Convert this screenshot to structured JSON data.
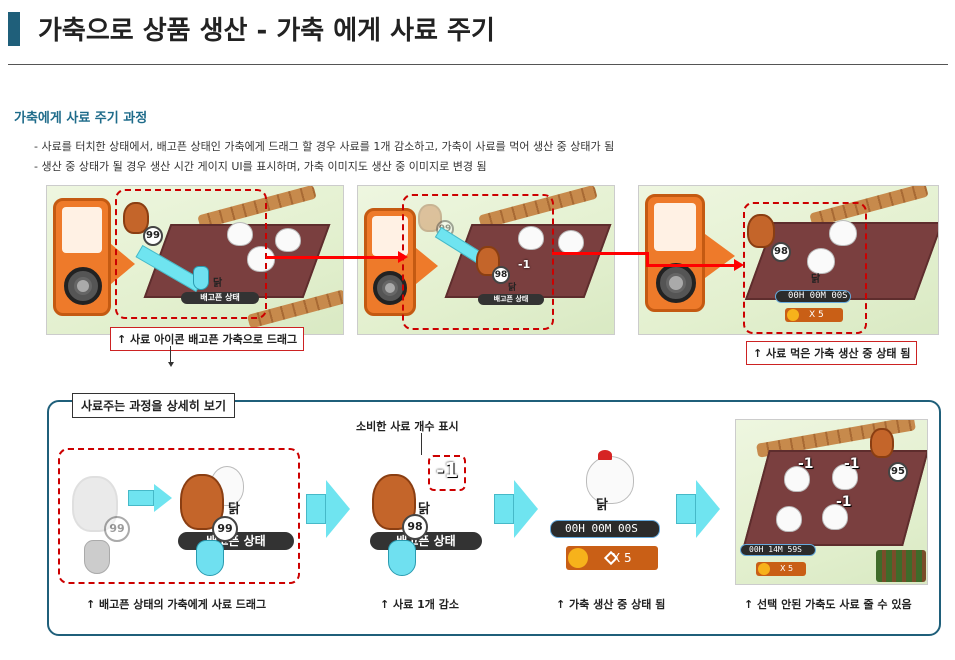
{
  "header": {
    "title": "가축으로 상품 생산 - 가축 에게 사료 주기"
  },
  "section": {
    "subtitle": "가축에게 사료 주기 과정",
    "bullets": [
      "-   사료를 터치한 상태에서, 배고픈 상태인 가축에게 드래그 할 경우 사료를 1개 감소하고, 가축이 사료를 먹어 생산 중 상태가 됨",
      "-   생산 중 상태가 될 경우 생산 시간 게이지 UI를 표시하며, 가축 이미지도 생산 중 이미지로 변경 됨"
    ]
  },
  "shots": {
    "s1": {
      "badge": "99",
      "animal": "닭",
      "status": "배고픈 상태"
    },
    "s2": {
      "badge_ghost": "99",
      "badge": "98",
      "animal": "닭",
      "status": "배고픈 상태",
      "minus": "-1"
    },
    "s3": {
      "badge": "98",
      "animal": "닭",
      "timer": "00H 00M 00S",
      "diamond": "X 5"
    }
  },
  "captions": {
    "drag_icon": "↑ 사료 아이콘 배고픈 가축으로 드래그",
    "eaten": "↑ 사료 먹은 가축 생산 중 상태 됨"
  },
  "detail": {
    "label": "사료주는 과정을 상세히 보기",
    "consumed_note": "소비한 사료 개수 표시",
    "step1": {
      "ghost_badge": "99",
      "badge": "99",
      "animal": "닭",
      "status": "배고픈 상태",
      "caption": "↑ 배고픈 상태의 가축에게 사료 드래그"
    },
    "step2": {
      "badge": "98",
      "animal": "닭",
      "status": "배고픈 상태",
      "minus": "-1",
      "caption": "↑ 사료 1개 감소"
    },
    "step3": {
      "animal": "닭",
      "timer": "00H 00M 00S",
      "diamond": "X 5",
      "caption": "↑ 가축 생산 중 상태 됨"
    },
    "step4": {
      "badge": "95",
      "minus": "-1",
      "timer": "00H 14M 59S",
      "diamond": "X 5",
      "caption": "↑ 선택 안된 가축도 사료 줄 수 있음"
    }
  }
}
